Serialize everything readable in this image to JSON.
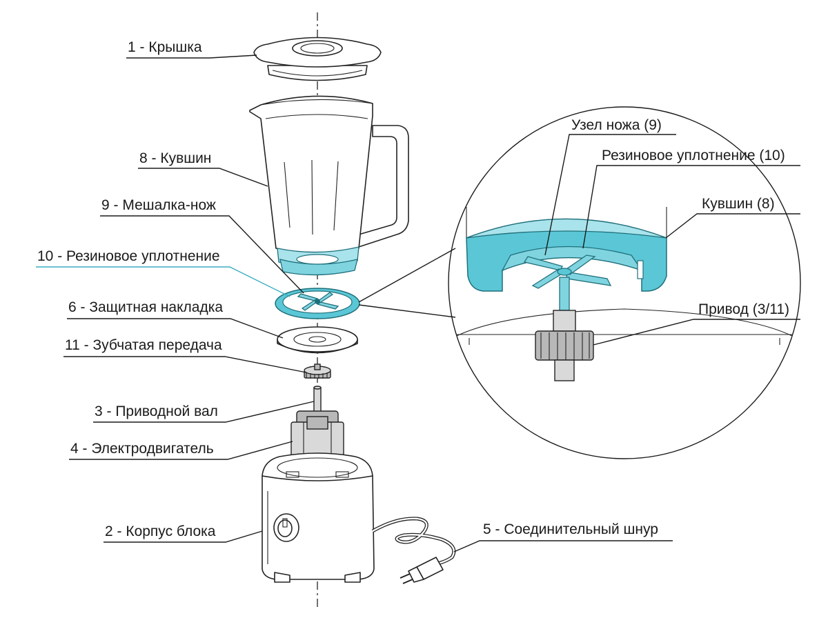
{
  "labels": {
    "lid": "1 - Крышка",
    "jug": "8 - Кувшин",
    "blade": "9 - Мешалка-нож",
    "seal": "10 - Резиновое уплотнение",
    "guard": "6 - Защитная накладка",
    "gear": "11 - Зубчатая передача",
    "shaft": "3 - Приводной вал",
    "motor": "4 - Электродвигатель",
    "body": "2 - Корпус блока",
    "cord": "5 - Соединительный шнур"
  },
  "detail": {
    "knife_unit": "Узел ножа (9)",
    "rubber_seal": "Резиновое уплотнение (10)",
    "jug": "Кувшин (8)",
    "drive": "Привод (3/11)"
  },
  "colors": {
    "accent": "#5bc7d6",
    "accent_light": "#a9e3ec",
    "line": "#1a1a1a"
  }
}
